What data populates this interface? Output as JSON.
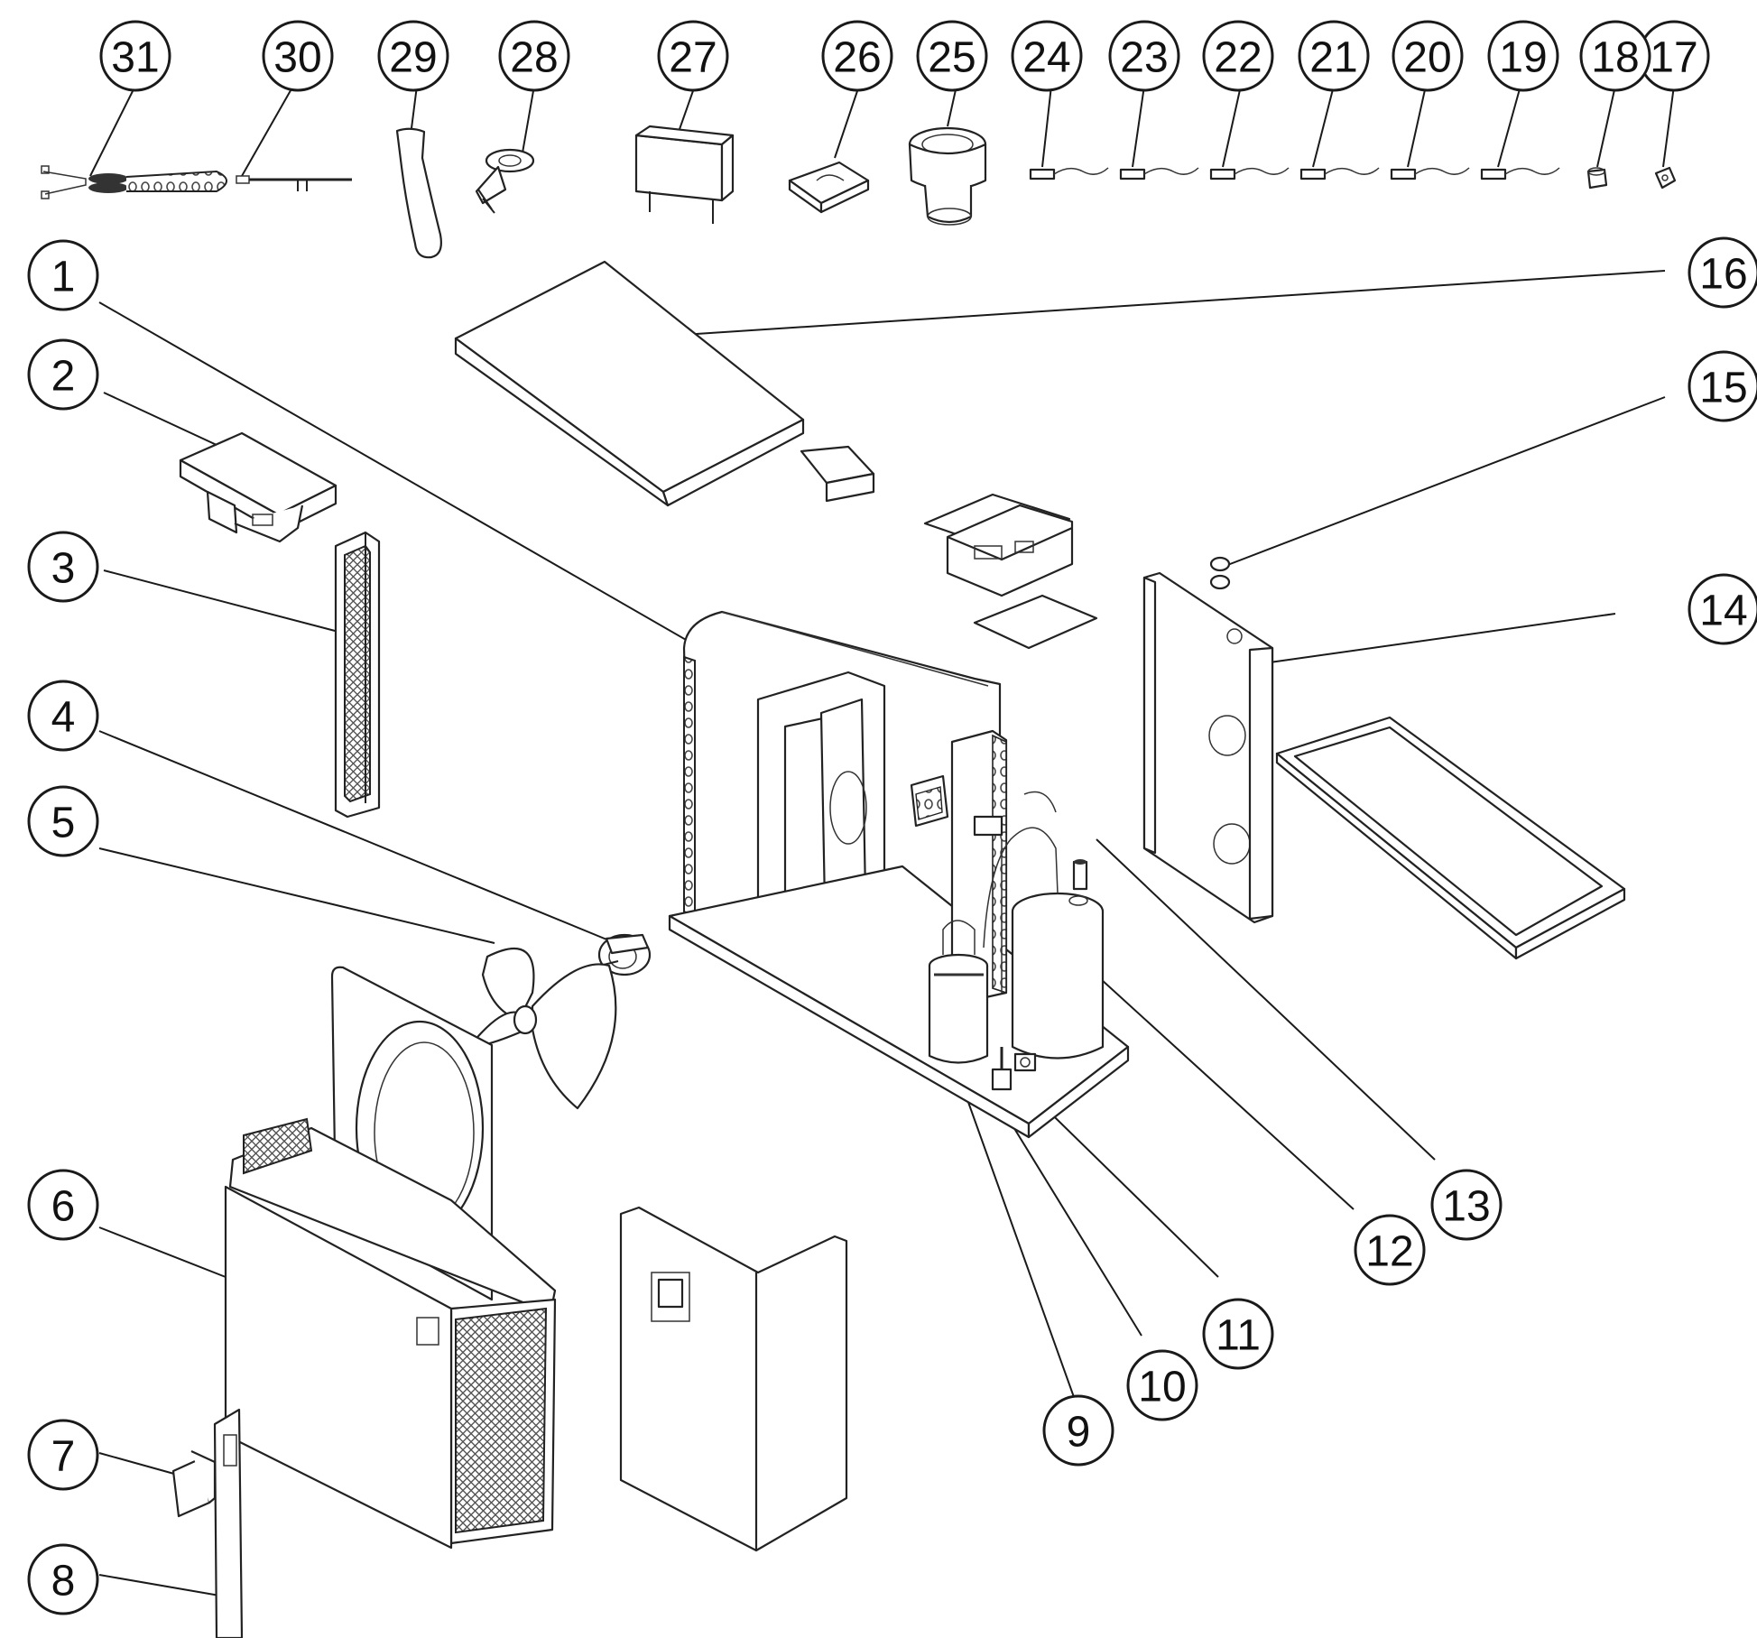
{
  "colors": {
    "line": "#1a1a1a",
    "background": "#ffffff",
    "mesh": "#555555"
  },
  "callouts": [
    {
      "id": "1",
      "label": "1"
    },
    {
      "id": "2",
      "label": "2"
    },
    {
      "id": "3",
      "label": "3"
    },
    {
      "id": "4",
      "label": "4"
    },
    {
      "id": "5",
      "label": "5"
    },
    {
      "id": "6",
      "label": "6"
    },
    {
      "id": "7",
      "label": "7"
    },
    {
      "id": "8",
      "label": "8"
    },
    {
      "id": "9",
      "label": "9"
    },
    {
      "id": "10",
      "label": "10"
    },
    {
      "id": "11",
      "label": "11"
    },
    {
      "id": "12",
      "label": "12"
    },
    {
      "id": "13",
      "label": "13"
    },
    {
      "id": "14",
      "label": "14"
    },
    {
      "id": "15",
      "label": "15"
    },
    {
      "id": "16",
      "label": "16"
    },
    {
      "id": "17",
      "label": "17"
    },
    {
      "id": "18",
      "label": "18"
    },
    {
      "id": "19",
      "label": "19"
    },
    {
      "id": "20",
      "label": "20"
    },
    {
      "id": "21",
      "label": "21"
    },
    {
      "id": "22",
      "label": "22"
    },
    {
      "id": "23",
      "label": "23"
    },
    {
      "id": "24",
      "label": "24"
    },
    {
      "id": "25",
      "label": "25"
    },
    {
      "id": "26",
      "label": "26"
    },
    {
      "id": "27",
      "label": "27"
    },
    {
      "id": "28",
      "label": "28"
    },
    {
      "id": "29",
      "label": "29"
    },
    {
      "id": "30",
      "label": "30"
    },
    {
      "id": "31",
      "label": "31"
    }
  ]
}
